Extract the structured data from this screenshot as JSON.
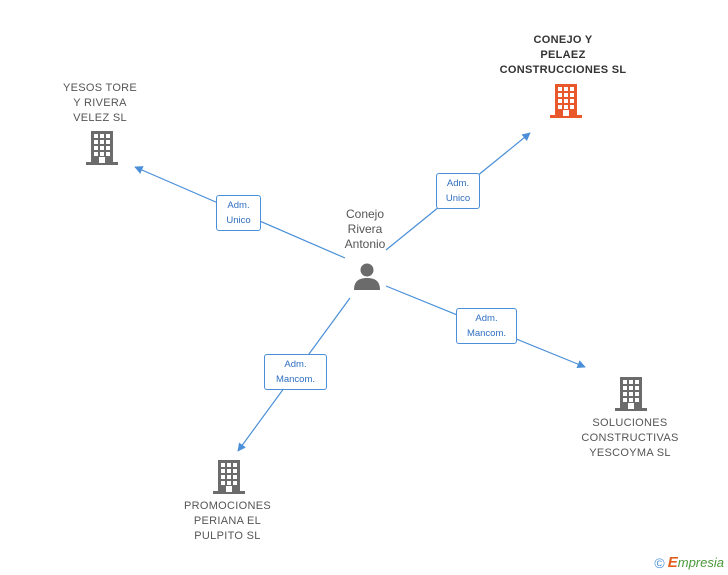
{
  "colors": {
    "edge": "#4a8fd8",
    "building_default": "#6b6b6b",
    "building_highlight": "#e8582a",
    "person": "#6b6b6b"
  },
  "center": {
    "name_lines": [
      "Conejo",
      "Rivera",
      "Antonio"
    ],
    "icon": "person-icon"
  },
  "companies": [
    {
      "id": "conejo",
      "lines": [
        "CONEJO Y",
        "PELAEZ",
        "CONSTRUCCIONES SL"
      ],
      "icon": "building-icon",
      "highlight": true
    },
    {
      "id": "yesos",
      "lines": [
        "YESOS TORE",
        "Y RIVERA",
        "VELEZ SL"
      ],
      "icon": "building-icon",
      "highlight": false
    },
    {
      "id": "soluciones",
      "lines": [
        "SOLUCIONES",
        "CONSTRUCTIVAS",
        "YESCOYMA SL"
      ],
      "icon": "building-icon",
      "highlight": false
    },
    {
      "id": "promociones",
      "lines": [
        "PROMOCIONES",
        "PERIANA EL",
        "PULPITO SL"
      ],
      "icon": "building-icon",
      "highlight": false
    }
  ],
  "relations": [
    {
      "to": "conejo",
      "lines": [
        "Adm.",
        "Unico"
      ]
    },
    {
      "to": "yesos",
      "lines": [
        "Adm.",
        "Unico"
      ]
    },
    {
      "to": "soluciones",
      "lines": [
        "Adm.",
        "Mancom."
      ]
    },
    {
      "to": "promociones",
      "lines": [
        "Adm.",
        "Mancom."
      ]
    }
  ],
  "footer": {
    "copyright": "©",
    "brand_initial": "E",
    "brand_rest": "mpresia"
  }
}
